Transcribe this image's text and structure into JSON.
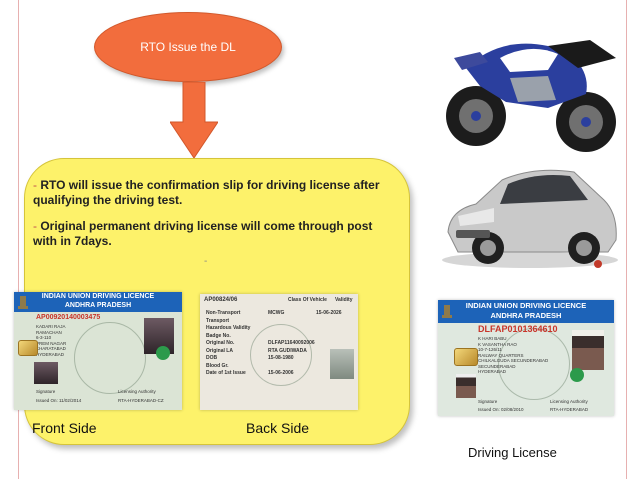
{
  "oval": {
    "label": "RTO Issue the DL"
  },
  "bullets": [
    "RTO will issue the confirmation slip for driving license after qualifying the driving test.",
    "Original permanent driving license will come through post with in 7days."
  ],
  "bullet_marker": "-",
  "stray_mark": "-",
  "captions": {
    "front": "Front Side",
    "back": "Back Side",
    "license": "Driving License"
  },
  "front_card": {
    "title": "INDIAN UNION DRIVING LICENCE",
    "state": "ANDHRA PRADESH",
    "number": "AP00920140003475",
    "lines": [
      "KADARI RAJA",
      "RAMACHAN",
      "6-3-110",
      "PREM NAGAR",
      "KHARATABAD",
      "HYDERABAD"
    ],
    "sign_label": "Signature",
    "authority": "Licensing Authority",
    "issued": "Issued On: 11/02/2014",
    "office": "RTA-HYDERABAD-CZ"
  },
  "back_card": {
    "number": "AP00824/06",
    "class_head": "Class Of Vehicle",
    "validity_head": "Validity",
    "rows": [
      [
        "Non-Transport",
        "MCWG",
        "15-06-2026"
      ],
      [
        "Transport",
        "",
        ""
      ],
      [
        "Hazardous Validity",
        "",
        ""
      ],
      [
        "Badge No.",
        "",
        ""
      ],
      [
        "Original No.",
        "DLFAP11640092006",
        ""
      ],
      [
        "Original LA",
        "RTA GUDIWADA",
        ""
      ],
      [
        "DOB",
        "15-08-1980",
        ""
      ],
      [
        "Blood Gr.",
        "",
        ""
      ],
      [
        "Date of 1st Issue",
        "15-06-2006",
        ""
      ]
    ]
  },
  "license_card": {
    "title": "INDIAN UNION DRIVING LICENCE",
    "state": "ANDHRA PRADESH",
    "number": "DLFAP0101364610",
    "lines": [
      "K HARI BABU",
      "K VASANTHA RAO",
      "10-7-126/11",
      "RAILWAY QUARTERS",
      "CHILKALGUDA SECUNDERABAD",
      "SECUNDERABAD",
      "HYDERABAD"
    ],
    "sign_label": "Signature",
    "issued": "Issued On: 02/08/2010",
    "authority": "Licensing Authority",
    "office": "RTA-HYDERABAD"
  },
  "colors": {
    "oval": "#f26d3d",
    "panel": "#fdf26a",
    "bullet_marker": "#c0504d",
    "card_band": "#1d63b8",
    "bike_blue": "#2b3f9e",
    "car_silver": "#c9c9c9"
  }
}
